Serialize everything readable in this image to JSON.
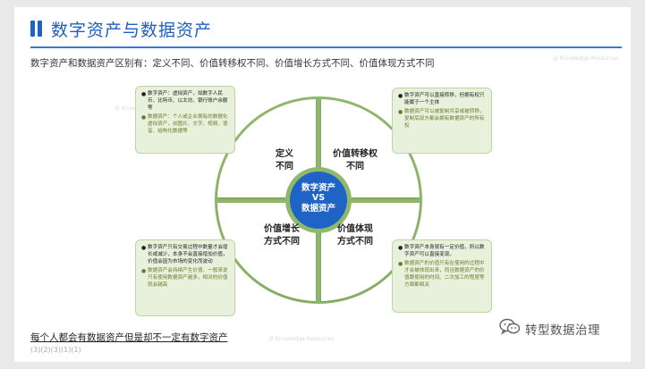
{
  "title": "数字资产与数据资产",
  "subtitle": "数字资产和数据资产区别有：定义不同、价值转移权不同、价值增长方式不同、价值体现方式不同",
  "center": {
    "line1": "数字资产",
    "line2": "VS",
    "line3": "数据资产"
  },
  "quadrants": {
    "top_left": {
      "line1": "定义",
      "line2": "不同"
    },
    "top_right": {
      "line1": "价值转移权",
      "line2": "不同"
    },
    "bottom_left": {
      "line1": "价值增长",
      "line2": "方式不同"
    },
    "bottom_right": {
      "line1": "价值体现",
      "line2": "方式不同"
    }
  },
  "boxes": {
    "top_left": {
      "digital": "数字资产：虚拟资产，如数字人民币、比特币、以太坊、银行账户余额等",
      "data": "数据资产：个人或企业拥有的数据化虚拟资产，如图片、文字、视频、语音、结构化数据等"
    },
    "top_right": {
      "digital": "数字资产可以直接转移，但拥有权只能属于一个主体",
      "data": "数据资产可以被复制共享或被转移，复制后双方都会拥有数据资产的所有权"
    },
    "bottom_left": {
      "digital": "数字资产只有交易过程中数量才会增长或减少，本身不会直接增加价值，价值会因为市场的变化而波动",
      "data": "数据资产会持续产生价值，一般来说只有使用数据资产越多，相对的价值就会越高"
    },
    "bottom_right": {
      "digital": "数字资产本身就有一定价值，所以数字资产可以直接变现。",
      "data": "数据资产的价值只有在使用的过程中才会被体现出来，而且数据资产的价值跟使用的时间、二次加工的程度等方面都相关"
    }
  },
  "footer": "每个人都会有数据资产但是却不一定有数字资产",
  "footer_small": "(3)(2)(3)(1)(1)",
  "brand": "转型数据治理",
  "watermark": "@ Knowledge Resources",
  "icons": {
    "title": "double-bar-icon",
    "brand": "wechat-icon"
  },
  "colors": {
    "accent": "#1f63c6",
    "circle": "#8fb86a",
    "center": "#1f63c6",
    "box_bg": "#e8f1dc"
  }
}
